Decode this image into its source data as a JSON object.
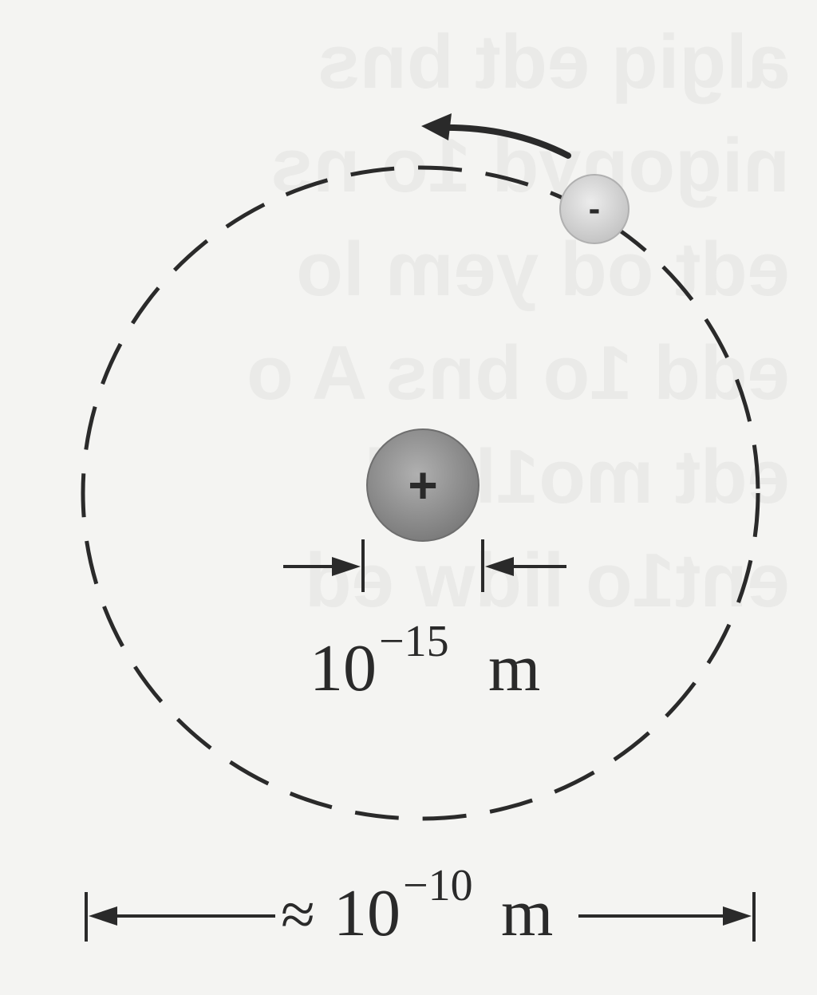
{
  "diagram": {
    "nucleus": {
      "symbol": "+",
      "fill": "#8f8f8f"
    },
    "electron": {
      "symbol": "-",
      "fill": "#d8d8d8"
    },
    "nucleus_size": {
      "base": "10",
      "exponent": "−15",
      "unit": "m"
    },
    "atom_size": {
      "approx": "≈",
      "base": "10",
      "exponent": "−10",
      "unit": "m"
    },
    "colors": {
      "ink": "#2a2a2a",
      "background": "#f4f4f2"
    }
  }
}
